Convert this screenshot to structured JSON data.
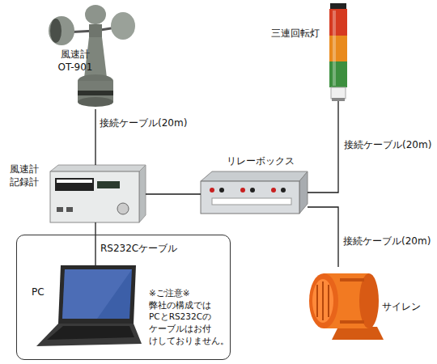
{
  "diagram": {
    "nodes": [
      {
        "text": [
          "風速計 OT-901"
        ]
      },
      {
        "text": [
          "風速計 記録計"
        ]
      },
      {
        "text": [
          "リレーボックス"
        ]
      },
      {
        "text": [
          "三連回転灯"
        ]
      },
      {
        "text": [
          "サイレン"
        ]
      },
      {
        "text": [
          "※ご注意※ 弊社の構成では PCとRS232Cの ケーブルはお付 けしておりません。"
        ]
      },
      {
        "text": [
          "PC"
        ],
        "in": 5
      }
    ],
    "edges": [
      {
        "from": 0,
        "to": 1,
        "label": "接続ケーブル(20m)",
        "arrow": "none"
      },
      {
        "from": 1,
        "to": 2,
        "arrow": "none"
      },
      {
        "from": 3,
        "to": 2,
        "label": "接続ケーブル(20m)",
        "arrow": "none"
      },
      {
        "from": 2,
        "to": 4,
        "label": "接続ケーブル(20m)",
        "arrow": "none"
      },
      {
        "from": 1,
        "to": 6,
        "label": "RS232Cケーブル",
        "arrow": "none"
      }
    ]
  }
}
